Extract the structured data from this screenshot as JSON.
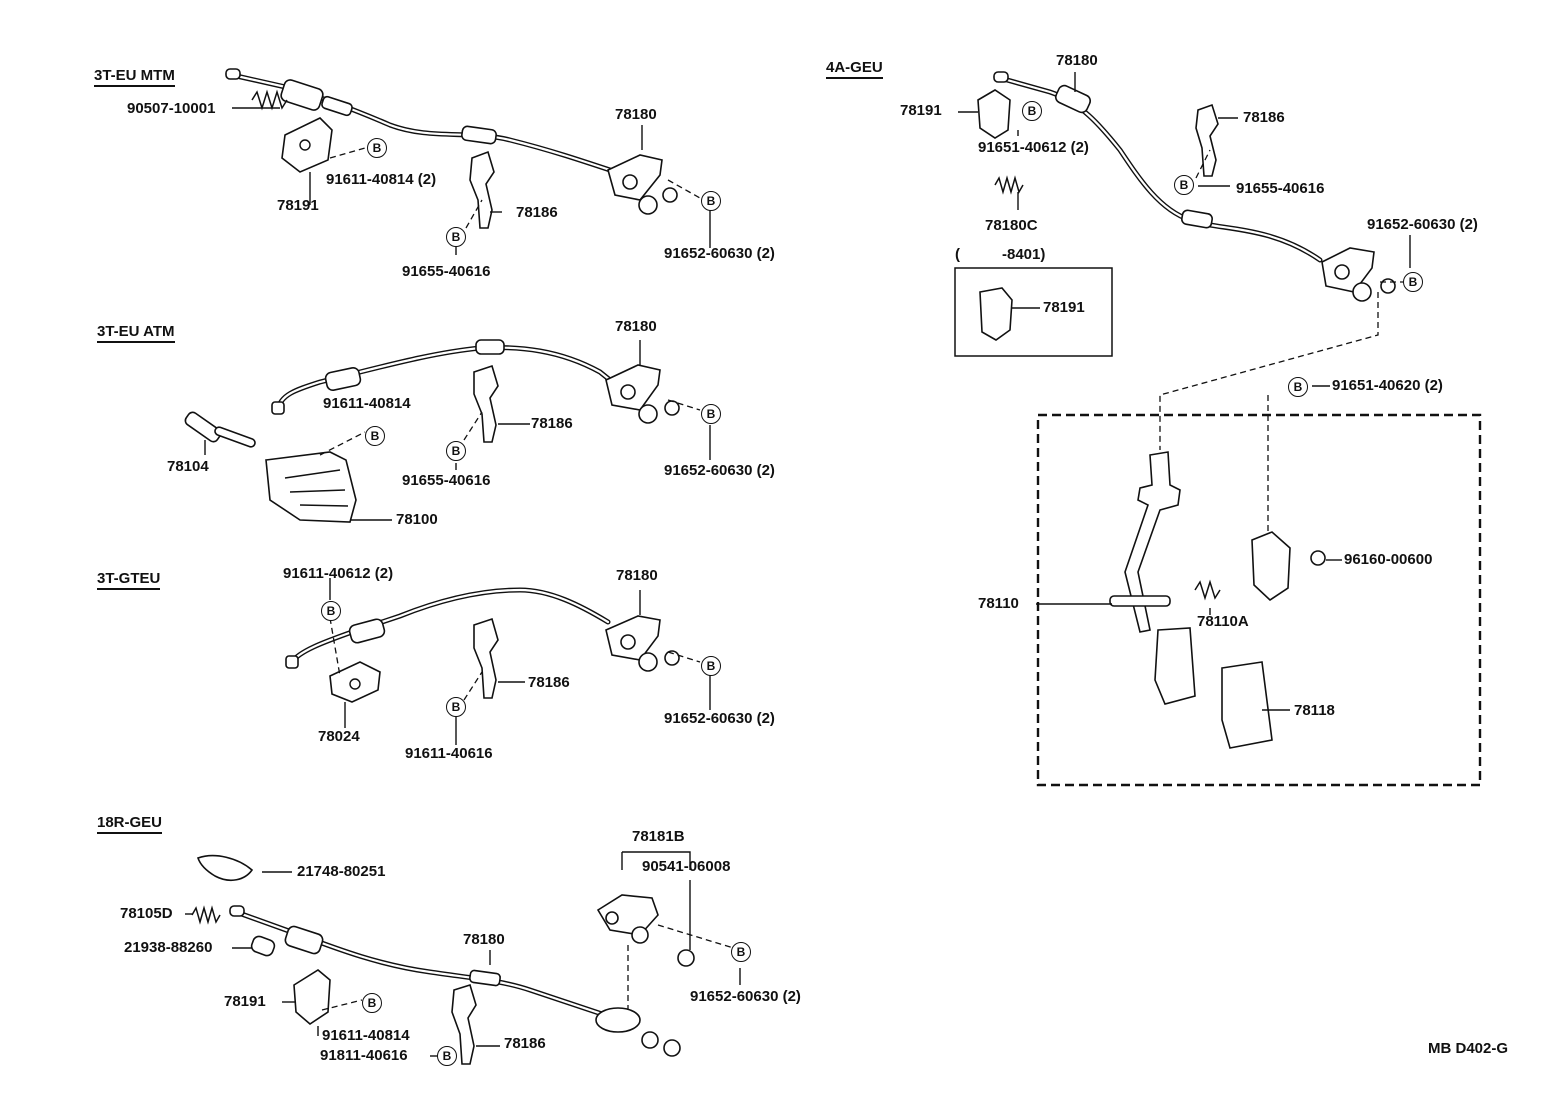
{
  "sections": {
    "s1": "3T-EU MTM",
    "s2": "3T-EU ATM",
    "s3": "3T-GTEU",
    "s4": "18R-GEU",
    "s5": "4A-GEU"
  },
  "badge_letter": "B",
  "labels": {
    "a1": "90507-10001",
    "a2": "78180",
    "a3": "91611-40814 (2)",
    "a4": "78191",
    "a5": "78186",
    "a6": "91655-40616",
    "a7": "91652-60630 (2)",
    "b1": "78180",
    "b2": "91611-40814",
    "b3": "78186",
    "b4": "78104",
    "b5": "91655-40616",
    "b6": "91652-60630 (2)",
    "b7": "78100",
    "c1": "91611-40612 (2)",
    "c2": "78180",
    "c3": "78186",
    "c4": "91652-60630 (2)",
    "c5": "78024",
    "c6": "91611-40616",
    "d1": "78181B",
    "d2": "21748-80251",
    "d3": "90541-06008",
    "d4": "78105D",
    "d5": "21938-88260",
    "d6": "78180",
    "d7": "91652-60630 (2)",
    "d8": "78191",
    "d9": "91611-40814",
    "d10": "78186",
    "d11": "91811-40616",
    "e1": "78180",
    "e2": "78191",
    "e3": "78186",
    "e4": "91651-40612 (2)",
    "e5": "91655-40616",
    "e6": "78180C",
    "e7": "91652-60630 (2)",
    "e8": "(",
    "e9": "-8401)",
    "e10": "78191",
    "e11": "91651-40620 (2)",
    "e12": "78110",
    "e13": "96160-00600",
    "e14": "78110A",
    "e15": "78118"
  },
  "footer": "MB  D402-G"
}
